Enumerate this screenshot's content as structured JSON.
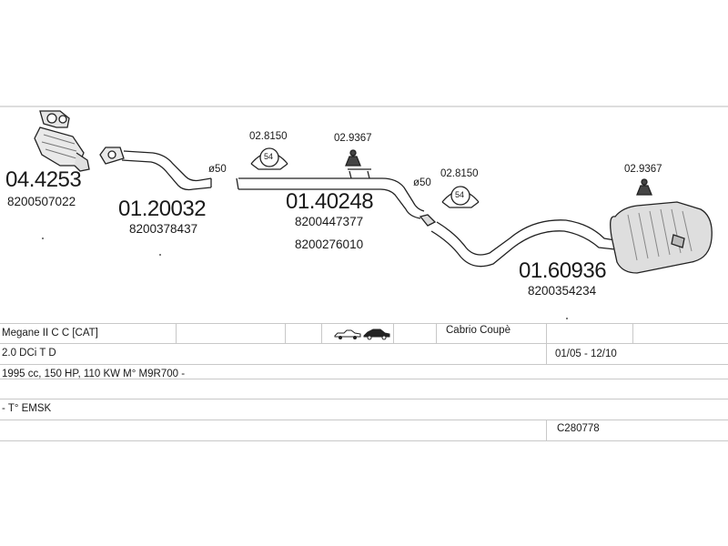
{
  "diagram": {
    "parts": [
      {
        "number": "04.4253",
        "oe": [
          "8200507022"
        ]
      },
      {
        "number": "01.20032",
        "oe": [
          "8200378437"
        ]
      },
      {
        "number": "01.40248",
        "oe": [
          "8200447377",
          "8200276010"
        ]
      },
      {
        "number": "01.60936",
        "oe": [
          "8200354234"
        ]
      }
    ],
    "small_parts": [
      "02.8150",
      "02.9367",
      "02.8150",
      "02.9367"
    ],
    "clamp_code": "54",
    "diameters": [
      "ø50",
      "ø50"
    ]
  },
  "table": {
    "model": "Megane II C C  [CAT]",
    "body_type": "Cabrio Coupè",
    "engine": "2.0 DCi T D",
    "years": "01/05 - 12/10",
    "spec": "1995 cc, 150 HP, 110 KW M° M9R700 -",
    "notes": "- T° EMSK",
    "catalog_code": "C280778"
  }
}
